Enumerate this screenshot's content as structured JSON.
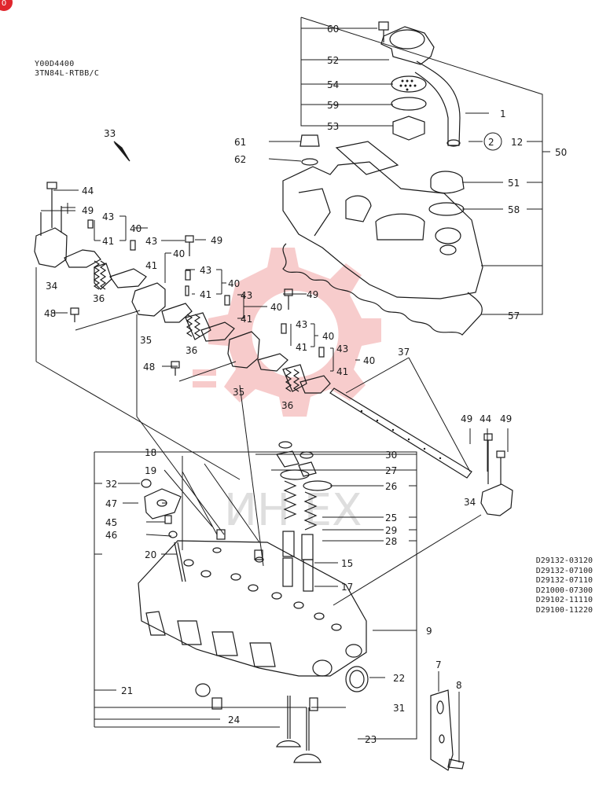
{
  "header": {
    "code": "Y00D4400",
    "model": "3TN84L-RTBB/C"
  },
  "corner_badge": "0",
  "watermark_text": "ИН ЕХ",
  "part_numbers": [
    "D29132-03120",
    "D29132-07100",
    "D29132-07110",
    "D21000-07300",
    "D29102-11110",
    "D29100-11220"
  ],
  "callouts": {
    "c60": "60",
    "c52": "52",
    "c54": "54",
    "c59": "59",
    "c53": "53",
    "c1": "1",
    "c12": "12",
    "c2": "2",
    "c50": "50",
    "c61": "61",
    "c62": "62",
    "c51": "51",
    "c58": "58",
    "c57": "57",
    "c33": "33",
    "c44a": "44",
    "c49a": "49",
    "c43a": "43",
    "c40a": "40",
    "c41a": "41",
    "c34a": "34",
    "c36a": "36",
    "c49b": "49",
    "c43b": "43",
    "c40b": "40",
    "c41b": "41",
    "c43c": "43",
    "c40c": "40",
    "c41c": "41",
    "c48a": "48",
    "c35a": "35",
    "c36b": "36",
    "c43d": "43",
    "c40d": "40",
    "c49c": "49",
    "c41d": "41",
    "c43e": "43",
    "c40e": "40",
    "c41e": "41",
    "c43f": "43",
    "c40f": "40",
    "c41f": "41",
    "c37": "37",
    "c48b": "48",
    "c35b": "35",
    "c36c": "36",
    "c49d": "49",
    "c44b": "44",
    "c49e": "49",
    "c34b": "34",
    "c18": "18",
    "c30": "30",
    "c32": "32",
    "c19": "19",
    "c27": "27",
    "c26": "26",
    "c47": "47",
    "c25": "25",
    "c45": "45",
    "c29": "29",
    "c46": "46",
    "c28": "28",
    "c20": "20",
    "c15": "15",
    "c17": "17",
    "c9": "9",
    "c22": "22",
    "c21": "21",
    "c7": "7",
    "c8": "8",
    "c31": "31",
    "c24": "24",
    "c23": "23"
  },
  "colors": {
    "line": "#1a1a1a",
    "watermark": "#f4b6b6",
    "badge": "#e0262d"
  }
}
